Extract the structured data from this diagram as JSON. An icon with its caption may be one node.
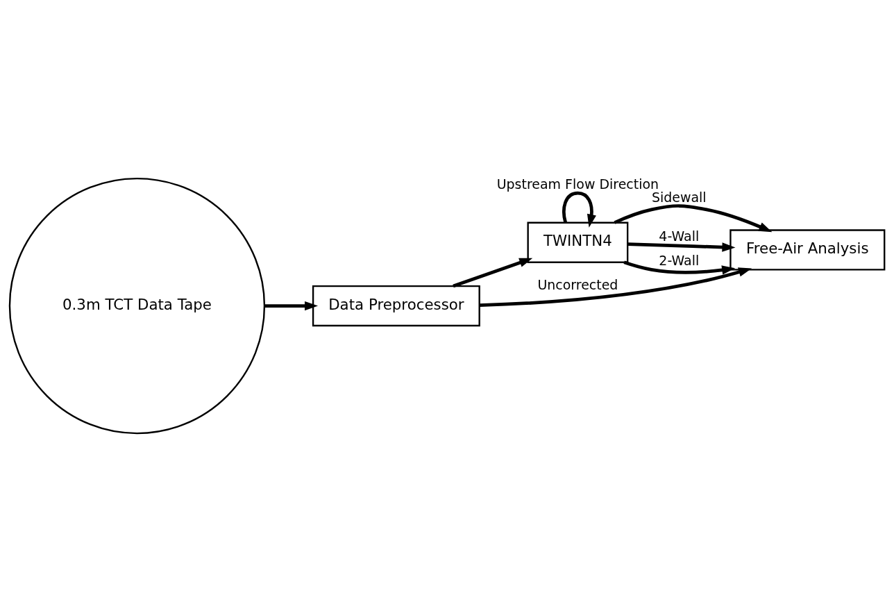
{
  "diagram": {
    "nodes": [
      {
        "text": [
          "0.3m TCT Data Tape"
        ]
      },
      {
        "text": [
          "Data Preprocessor"
        ]
      },
      {
        "text": [
          "TWINTN4"
        ]
      },
      {
        "text": [
          "Free-Air Analysis"
        ]
      }
    ],
    "edges": [
      {
        "from": 0,
        "to": 1,
        "arrow": "to"
      },
      {
        "from": 1,
        "to": 2,
        "arrow": "to"
      },
      {
        "from": 2,
        "to": 2,
        "arrow": "to",
        "label": "Upstream Flow Direction"
      },
      {
        "from": 2,
        "to": 3,
        "arrow": "to",
        "label": "Sidewall"
      },
      {
        "from": 2,
        "to": 3,
        "arrow": "to",
        "label": "4-Wall"
      },
      {
        "from": 2,
        "to": 3,
        "arrow": "to",
        "label": "2-Wall"
      },
      {
        "from": 1,
        "to": 3,
        "arrow": "to",
        "label": "Uncorrected"
      }
    ]
  }
}
